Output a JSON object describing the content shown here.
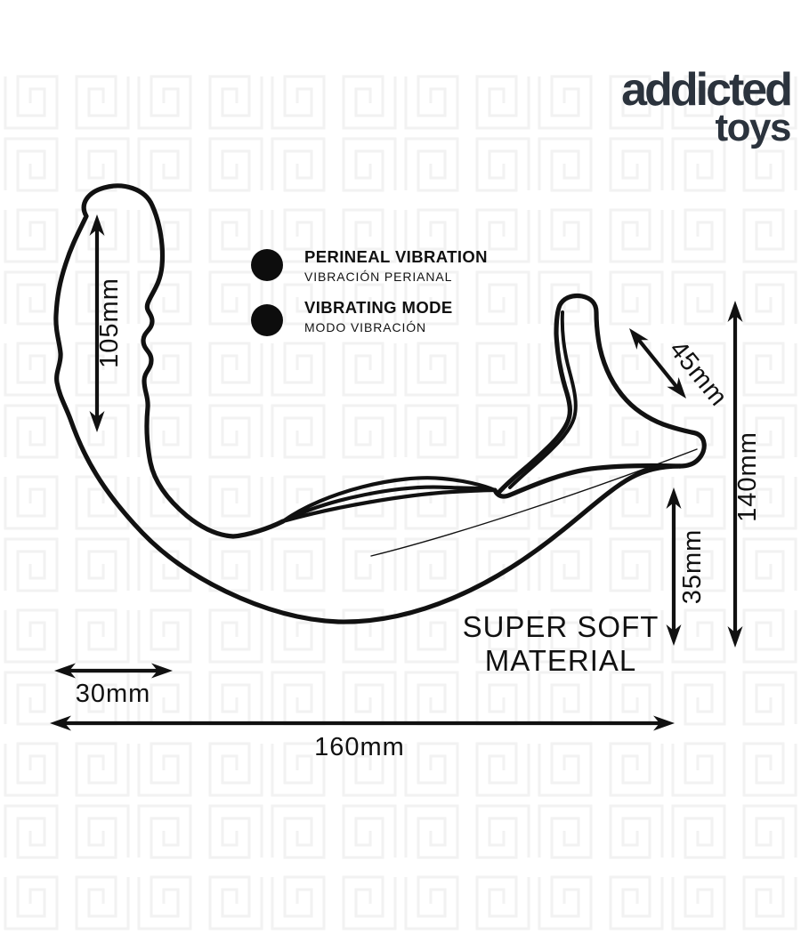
{
  "brand": {
    "name_top": "addicted",
    "name_bottom": "toys"
  },
  "features": [
    {
      "title": "PERINEAL VIBRATION",
      "subtitle": "VIBRACIÓN PERIANAL"
    },
    {
      "title": "VIBRATING MODE",
      "subtitle": "MODO VIBRACIÓN"
    }
  ],
  "material": {
    "line1": "SUPER SOFT",
    "line2": "MATERIAL"
  },
  "dims": {
    "probe_length": "105mm",
    "ring_arm": "45mm",
    "total_height": "140mm",
    "base_height": "35mm",
    "base_width": "30mm",
    "total_length": "160mm"
  },
  "colors": {
    "ink": "#111111",
    "brand": "#2b333d",
    "bg": "#ffffff",
    "pattern": "#f2f2f2"
  }
}
